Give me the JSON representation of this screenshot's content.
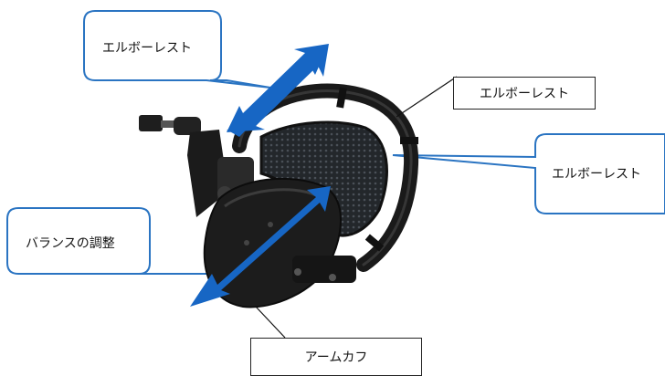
{
  "callouts": {
    "top_left": "エルボーレスト",
    "top_right": "エルボーレスト",
    "mid_right": "エルボーレスト",
    "left": "バランスの調整",
    "bottom": "アームカフ"
  },
  "colors": {
    "callout_border": "#2a74c2",
    "arrow_fill": "#1766c4",
    "device_dark": "#1c1c1c",
    "pad_mesh": "#26292d"
  }
}
